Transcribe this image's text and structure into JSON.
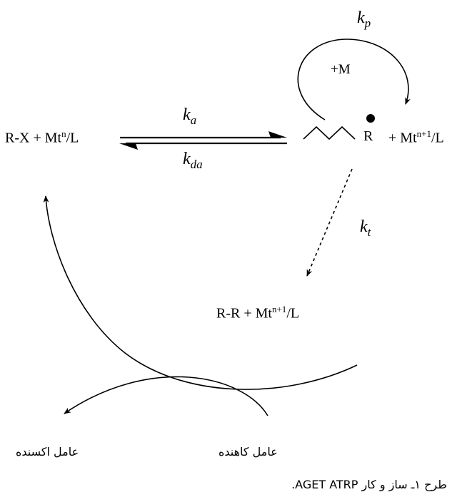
{
  "rates": {
    "kp": {
      "k": "k",
      "sub": "p"
    },
    "ka": {
      "k": "k",
      "sub": "a"
    },
    "kda": {
      "k": "k",
      "sub": "da"
    },
    "kt": {
      "k": "k",
      "sub": "t"
    }
  },
  "species": {
    "plus_m": "+M",
    "left_pre": "R-X + Mt",
    "left_sup": "n",
    "left_post": "/L",
    "radical": "R",
    "right_pre": "+ Mt",
    "right_sup": "n+1",
    "right_post": "/L",
    "term_pre": "R-R  +  Mt",
    "term_sup": "n+1",
    "term_post": "/L"
  },
  "agents": {
    "oxidizer": "عامل اکسنده",
    "reducer": "عامل کاهنده"
  },
  "caption": "طرح ۱ـ ساز و کار AGET ATRP."
}
